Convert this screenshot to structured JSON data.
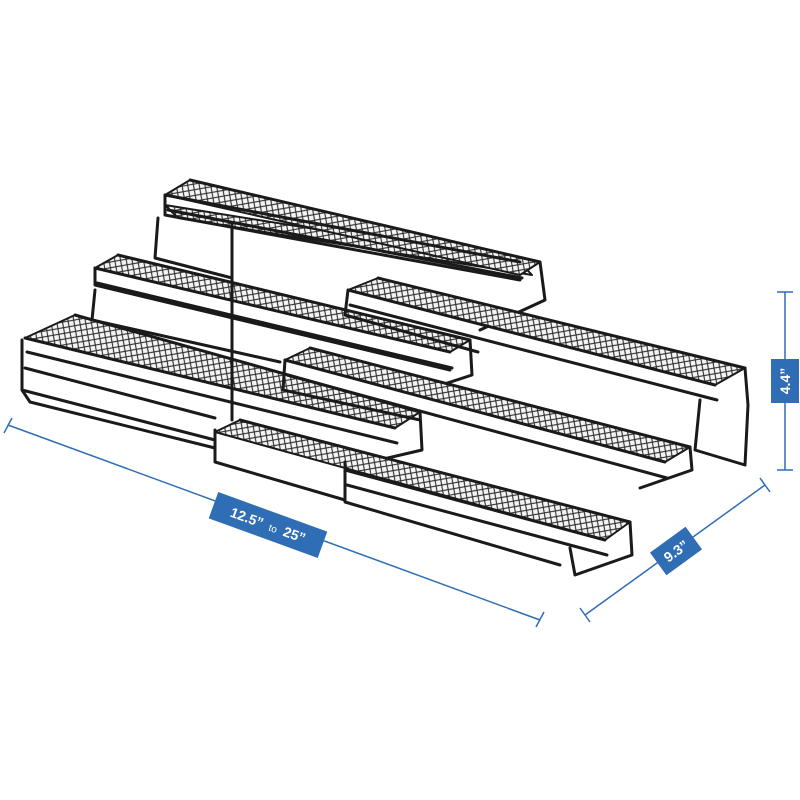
{
  "product": {
    "subject": "expandable 3-tier wire mesh spice rack shelf",
    "frame_color": "#1a1a1a",
    "mesh_color": "#2b2b2b"
  },
  "dimensions": {
    "width_from": "12.5”",
    "width_connector": "to",
    "width_to": "25”",
    "depth": "9.3”",
    "height": "4.4”"
  },
  "colors": {
    "dimension_line": "#2f6db5",
    "label_background": "#2f6db5",
    "label_text": "#ffffff",
    "background": "#ffffff"
  }
}
